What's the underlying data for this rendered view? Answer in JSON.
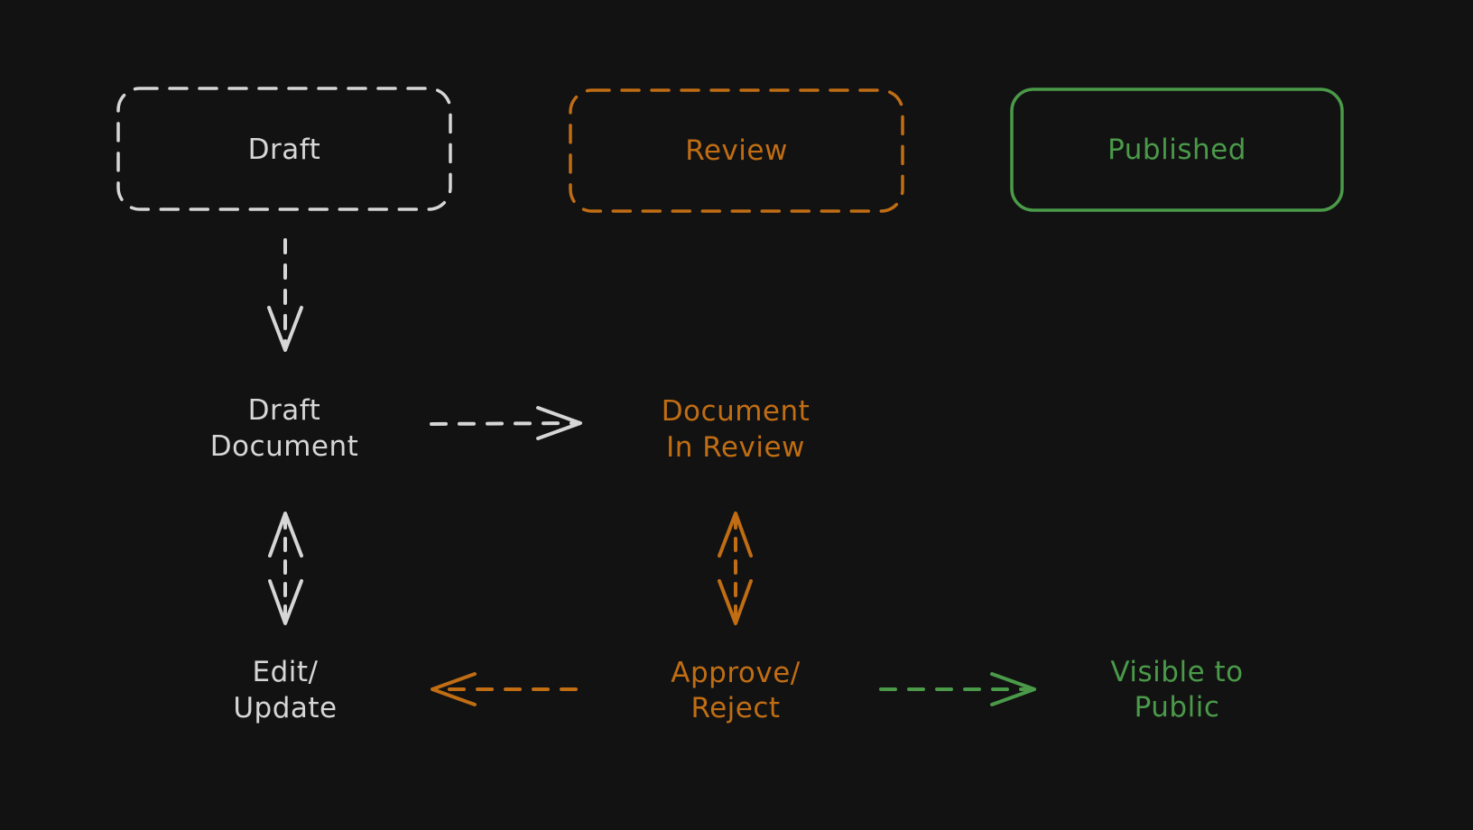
{
  "colors": {
    "background": "#121212",
    "draft": "#d6d6d6",
    "review": "#c06d14",
    "published": "#4a9a49"
  },
  "stages": [
    {
      "id": "draft",
      "label": "Draft",
      "color": "#d6d6d6",
      "border": "dashed"
    },
    {
      "id": "review",
      "label": "Review",
      "color": "#c06d14",
      "border": "dashed"
    },
    {
      "id": "published",
      "label": "Published",
      "color": "#4a9a49",
      "border": "solid"
    }
  ],
  "nodes": {
    "draft_document": [
      "Draft",
      "Document"
    ],
    "document_in_review": [
      "Document",
      "In Review"
    ],
    "edit_update": [
      "Edit/",
      "Update"
    ],
    "approve_reject": [
      "Approve/",
      "Reject"
    ],
    "visible_to_public": [
      "Visible to",
      "Public"
    ]
  },
  "edges": [
    {
      "from": "draft",
      "to": "draft_document",
      "color": "#d6d6d6",
      "direction": "forward"
    },
    {
      "from": "draft_document",
      "to": "document_in_review",
      "color": "#d6d6d6",
      "direction": "forward"
    },
    {
      "from": "draft_document",
      "to": "edit_update",
      "color": "#d6d6d6",
      "direction": "both"
    },
    {
      "from": "document_in_review",
      "to": "approve_reject",
      "color": "#c06d14",
      "direction": "both"
    },
    {
      "from": "approve_reject",
      "to": "edit_update",
      "color": "#c06d14",
      "direction": "forward"
    },
    {
      "from": "approve_reject",
      "to": "visible_to_public",
      "color": "#4a9a49",
      "direction": "forward"
    }
  ]
}
